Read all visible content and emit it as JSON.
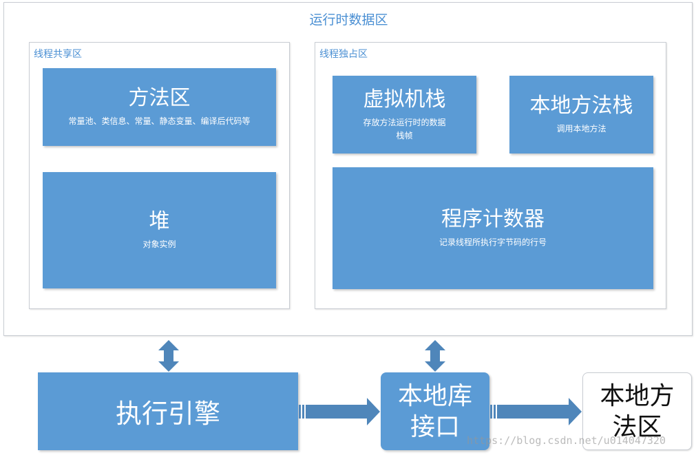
{
  "runtime": {
    "label": "运行时数据区"
  },
  "shared": {
    "label": "线程共享区",
    "method_area": {
      "title": "方法区",
      "desc": "常量池、类信息、常量、静态变量、编译后代码等"
    },
    "heap": {
      "title": "堆",
      "desc": "对象实例"
    }
  },
  "private": {
    "label": "线程独占区",
    "vm_stack": {
      "title": "虚拟机栈",
      "desc_line1": "存放方法运行时的数据",
      "desc_line2": "栈帧"
    },
    "native_stack": {
      "title": "本地方法栈",
      "desc": "调用本地方法"
    },
    "pc": {
      "title": "程序计数器",
      "desc": "记录线程所执行字节码的行号"
    }
  },
  "bottom": {
    "engine": "执行引擎",
    "native_lib_line1": "本地库",
    "native_lib_line2": "接口",
    "native_method_line1": "本地方",
    "native_method_line2": "法区"
  },
  "watermark": "https://blog.csdn.net/u014047320",
  "colors": {
    "box_fill": "#5b9bd5",
    "label_text": "#4a8fd3",
    "arrow": "#4f86ba"
  }
}
